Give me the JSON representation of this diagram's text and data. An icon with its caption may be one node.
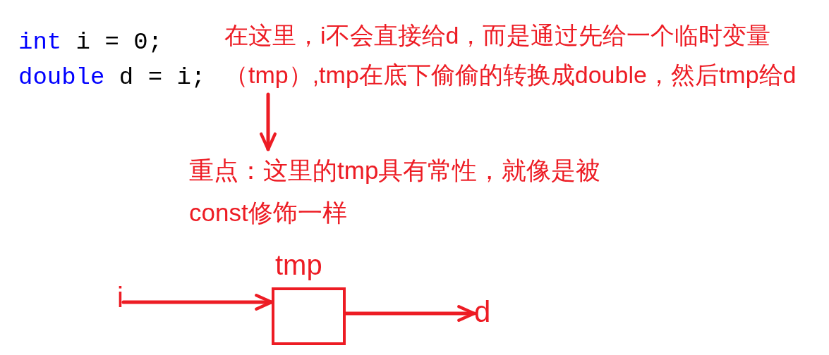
{
  "diagram": {
    "nodes": [
      {
        "text": [
          "在这里，i不会直接给d，而是通过先给一个临时变量（tmp）,tmp在底下偷偷的转换成double，然后tmp给d"
        ]
      },
      {
        "text": [
          "重点：这里的tmp具有常性，就像是被const修饰一样"
        ]
      },
      {
        "text": [
          "i"
        ]
      },
      {
        "text": [
          "tmp"
        ]
      },
      {
        "text": [
          "d"
        ]
      }
    ],
    "edges": [
      {
        "from": 0,
        "to": 1,
        "arrow": "to"
      },
      {
        "from": 2,
        "to": 3,
        "arrow": "to"
      },
      {
        "from": 3,
        "to": 4,
        "arrow": "to"
      }
    ],
    "labels": [
      "int i = 0;",
      "double d = i;"
    ]
  }
}
